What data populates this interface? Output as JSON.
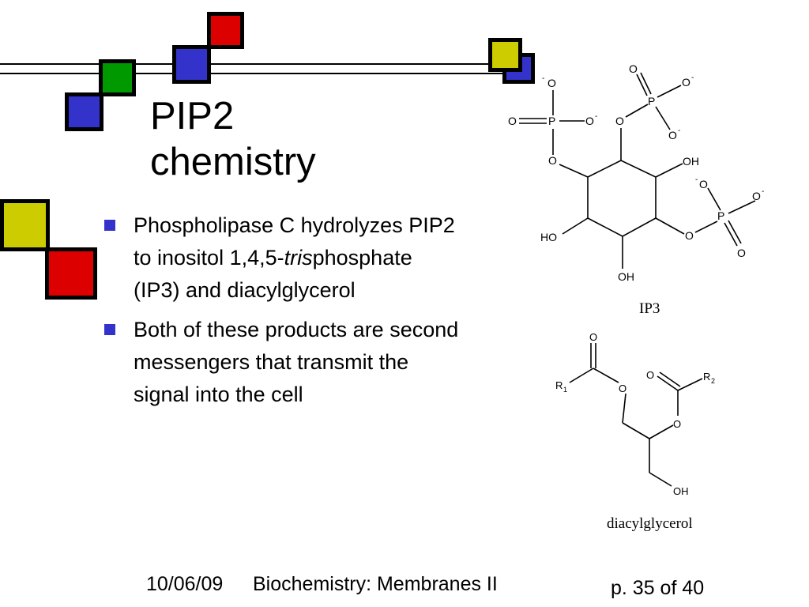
{
  "colors": {
    "red": "#dd0000",
    "green": "#009900",
    "blue": "#3333cc",
    "yellow": "#cccc00"
  },
  "title": {
    "line1": "PIP2",
    "line2": "chemistry"
  },
  "bullets": [
    {
      "pre": "Phospholipase C hydrolyzes PIP2 to inositol 1,4,5-",
      "italic": "tris",
      "post": "phosphate (IP3) and diacylglycerol"
    },
    {
      "text": "Both of these products are second messengers that transmit the signal into the cell"
    }
  ],
  "ip3": {
    "caption": "IP3",
    "labels": {
      "o": "O",
      "p": "P",
      "oh": "OH",
      "ho": "HO",
      "minus": "-"
    }
  },
  "dag": {
    "caption": "diacylglycerol",
    "labels": {
      "o": "O",
      "r": "R",
      "sub1": "1",
      "sub2": "2",
      "oh": "OH"
    }
  },
  "footer": {
    "date": "10/06/09",
    "course": "Biochemistry: Membranes II",
    "page": "p. 35 of 40"
  }
}
